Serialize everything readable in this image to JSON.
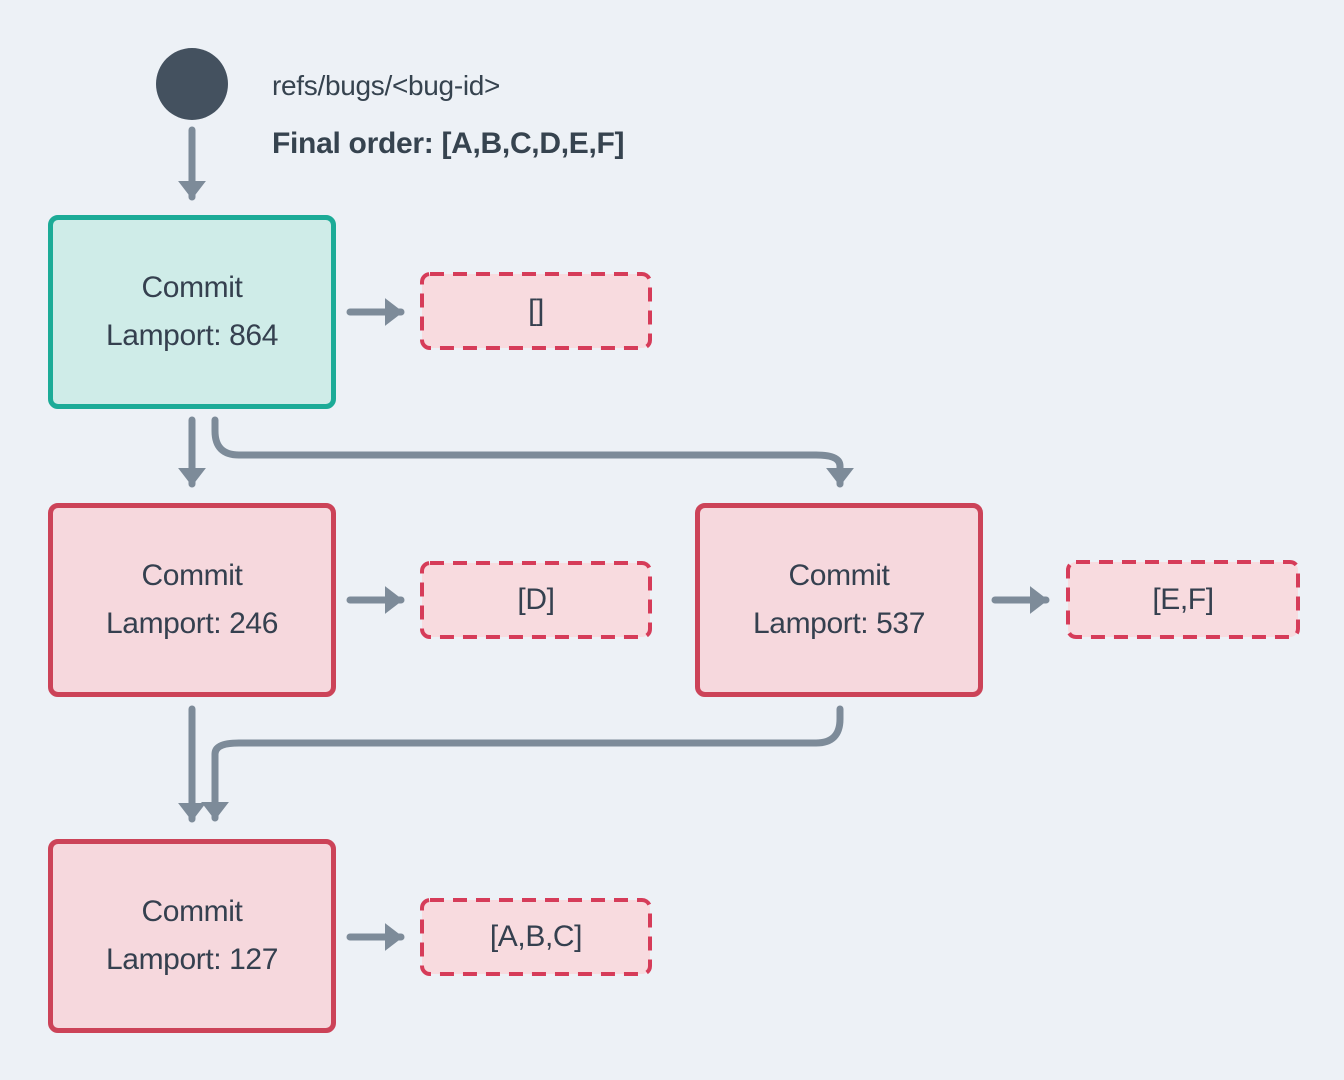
{
  "ref": {
    "name": "refs/bugs/<bug-id>",
    "final_order": "Final order: [A,B,C,D,E,F]"
  },
  "commits": [
    {
      "title": "Commit",
      "lamport": "Lamport: 864",
      "payload": "[]",
      "role": "head"
    },
    {
      "title": "Commit",
      "lamport": "Lamport: 246",
      "payload": "[D]",
      "role": "ancestor"
    },
    {
      "title": "Commit",
      "lamport": "Lamport: 537",
      "payload": "[E,F]",
      "role": "ancestor"
    },
    {
      "title": "Commit",
      "lamport": "Lamport: 127",
      "payload": "[A,B,C]",
      "role": "ancestor"
    }
  ],
  "icons": {
    "ref_node": "filled-circle",
    "edges": "arrow"
  },
  "colors": {
    "background": "#edf1f6",
    "node_circle": "#44515f",
    "heading_text": "#36434f",
    "box_text": "#35404f",
    "arrow": "#7d8b99",
    "head_border": "#1cab97",
    "head_fill": "#cfece8",
    "commit_border": "#cc4358",
    "commit_fill": "#f6d8dd",
    "payload_border": "#d63c59",
    "payload_fill": "#f8dbdf"
  }
}
